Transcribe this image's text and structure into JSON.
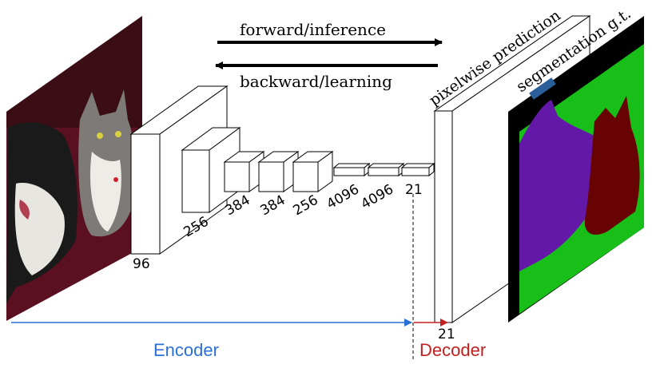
{
  "arrows": {
    "forward_label": "forward/inference",
    "backward_label": "backward/learning"
  },
  "output_labels": {
    "prediction": "pixelwise prediction",
    "ground_truth": "segmentation g.t."
  },
  "layers": [
    {
      "label": "96"
    },
    {
      "label": "256"
    },
    {
      "label": "384"
    },
    {
      "label": "384"
    },
    {
      "label": "256"
    },
    {
      "label": "4096"
    },
    {
      "label": "4096"
    },
    {
      "label": "21"
    },
    {
      "label": "21"
    }
  ],
  "sections": {
    "encoder_label": "Encoder",
    "decoder_label": "Decoder"
  },
  "colors": {
    "encoder": "#2a6fd6",
    "decoder": "#c0211f",
    "seg_background": "#000000",
    "seg_grass": "#19bf19",
    "seg_dog": "#6318a8",
    "seg_cat": "#680303",
    "seg_label_patch": "#2a5f9a"
  }
}
